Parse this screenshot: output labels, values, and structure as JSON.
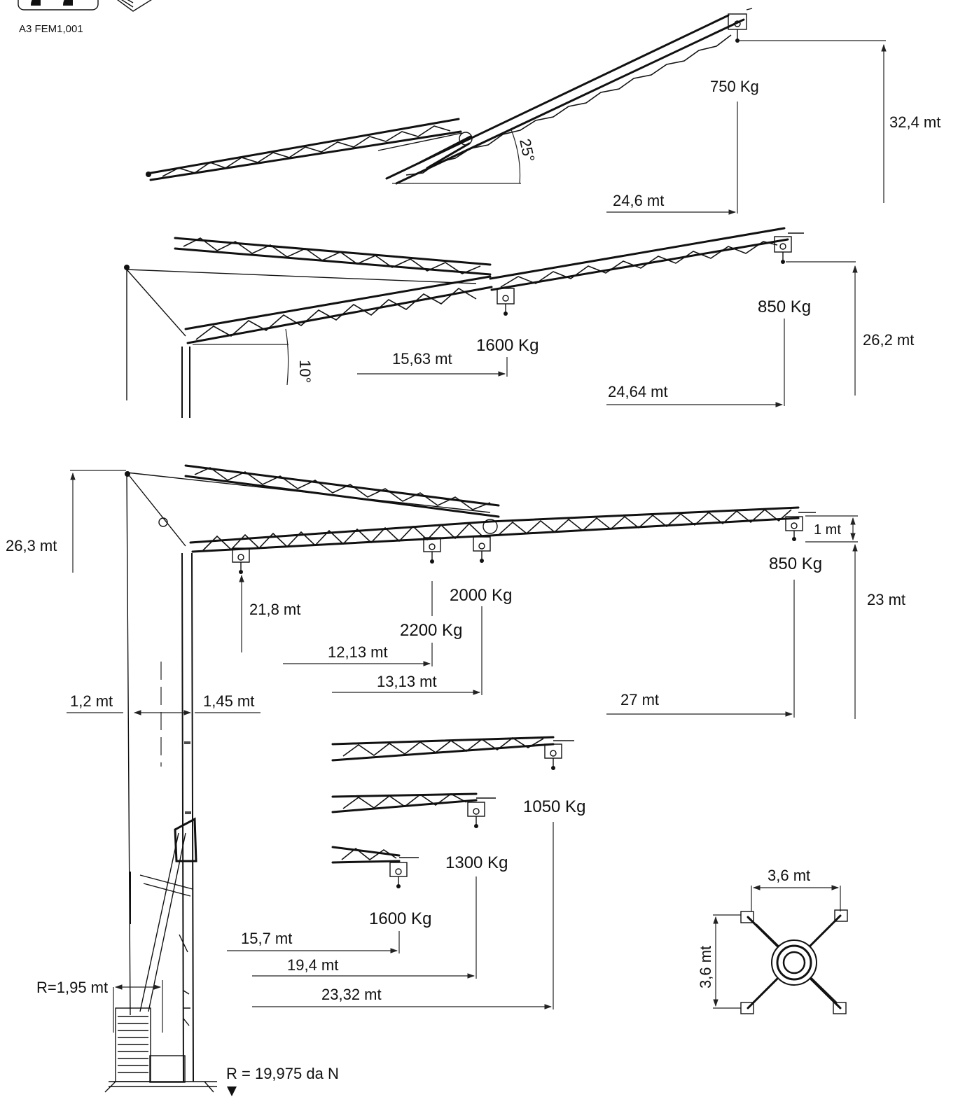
{
  "logo": {
    "caption": "A3 FEM1,001"
  },
  "configs": {
    "luffed_25": {
      "angle": "25°",
      "tip_load": "750 Kg",
      "height": "32,4 mt",
      "radius": "24,6 mt"
    },
    "luffed_10": {
      "angle": "10°",
      "mid_load": "1600 Kg",
      "tip_load": "850 Kg",
      "mid_radius": "15,63 mt",
      "tip_radius": "24,64 mt",
      "height": "26,2 mt"
    },
    "horizontal": {
      "mast_height": "26,3 mt",
      "tip_offset": "1 mt",
      "tip_load": "850 Kg",
      "hook_height": "23 mt",
      "under_hook_height": "21,8 mt",
      "load_a": "2000 Kg",
      "load_b": "2200 Kg",
      "radius_a": "12,13 mt",
      "radius_b": "13,13 mt",
      "tip_radius": "27 mt",
      "left_offset": "1,2 mt",
      "mast_offset": "1,45 mt"
    },
    "short_jibs": {
      "load_1": "1050 Kg",
      "load_2": "1300 Kg",
      "load_3": "1600 Kg",
      "radius_1": "15,7 mt",
      "radius_2": "19,4 mt",
      "radius_3": "23,32 mt"
    },
    "base": {
      "ballast_radius": "R=1,95  mt",
      "reaction": "R =  19,975 da N",
      "width": "3,6 mt",
      "depth": "3,6 mt"
    }
  }
}
